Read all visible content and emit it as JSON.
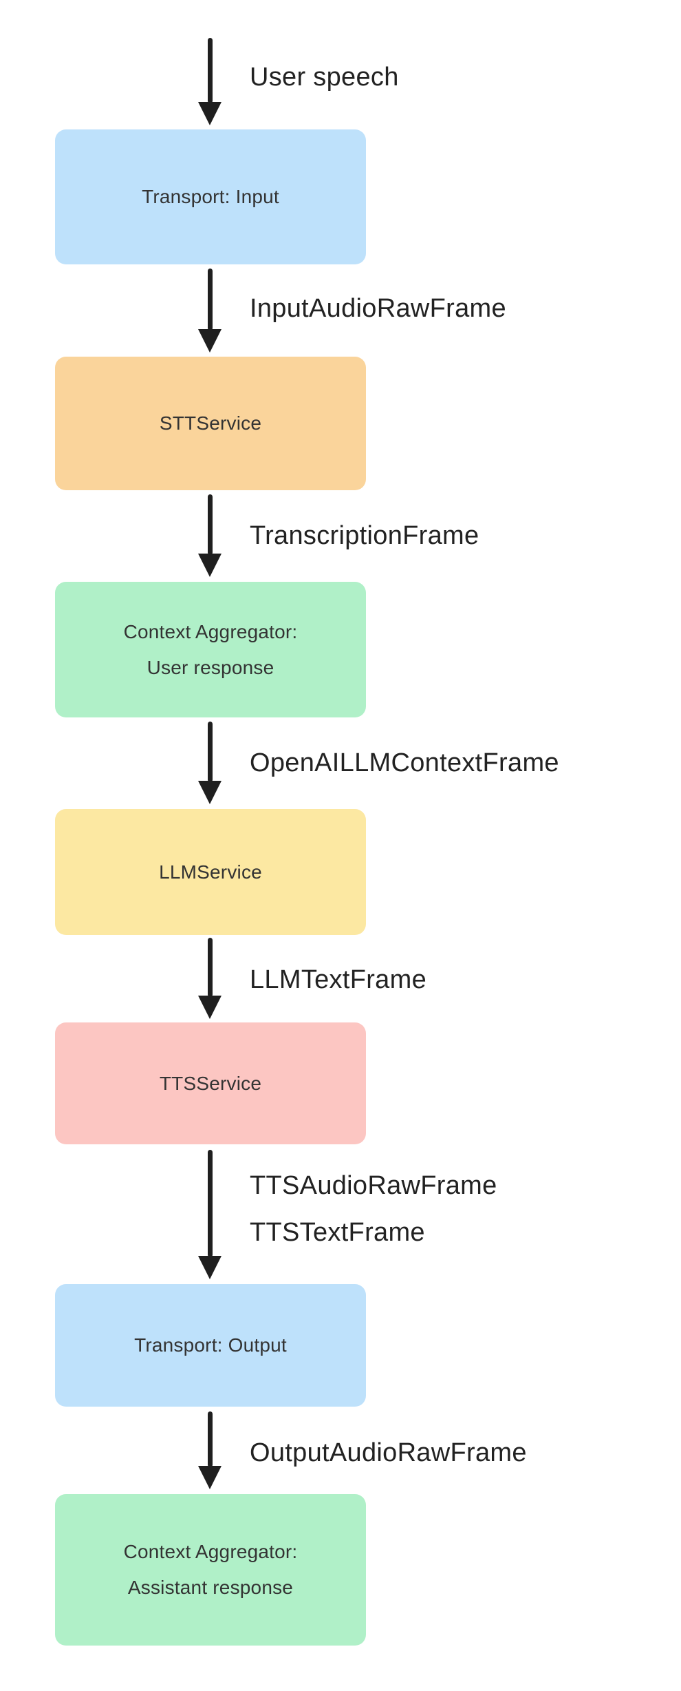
{
  "palette": {
    "transport_blue": "#BEE1FB",
    "stt_orange": "#FAD49B",
    "aggregator_green": "#B0F0C8",
    "llm_yellow": "#FCE8A2",
    "tts_pink": "#FCC6C2",
    "arrow_black": "#1F1F1F",
    "box_text": "#333333",
    "edge_label_text": "#222222",
    "background": "#FFFFFF"
  },
  "nodes": [
    {
      "id": "transport-input",
      "label": "Transport: Input",
      "color": "transport_blue"
    },
    {
      "id": "stt-service",
      "label": "STTService",
      "color": "stt_orange"
    },
    {
      "id": "context-aggregator-user",
      "lines": [
        "Context Aggregator:",
        "User response"
      ],
      "color": "aggregator_green"
    },
    {
      "id": "llm-service",
      "label": "LLMService",
      "color": "llm_yellow"
    },
    {
      "id": "tts-service",
      "label": "TTSService",
      "color": "tts_pink"
    },
    {
      "id": "transport-output",
      "label": "Transport: Output",
      "color": "transport_blue"
    },
    {
      "id": "context-aggregator-assistant",
      "lines": [
        "Context Aggregator:",
        "Assistant response"
      ],
      "color": "aggregator_green"
    }
  ],
  "edges": [
    {
      "label": "User speech"
    },
    {
      "label": "InputAudioRawFrame"
    },
    {
      "label": "TranscriptionFrame"
    },
    {
      "label": "OpenAILLMContextFrame"
    },
    {
      "label": "LLMTextFrame"
    },
    {
      "lines": [
        "TTSAudioRawFrame",
        "TTSTextFrame"
      ]
    },
    {
      "label": "OutputAudioRawFrame"
    }
  ]
}
